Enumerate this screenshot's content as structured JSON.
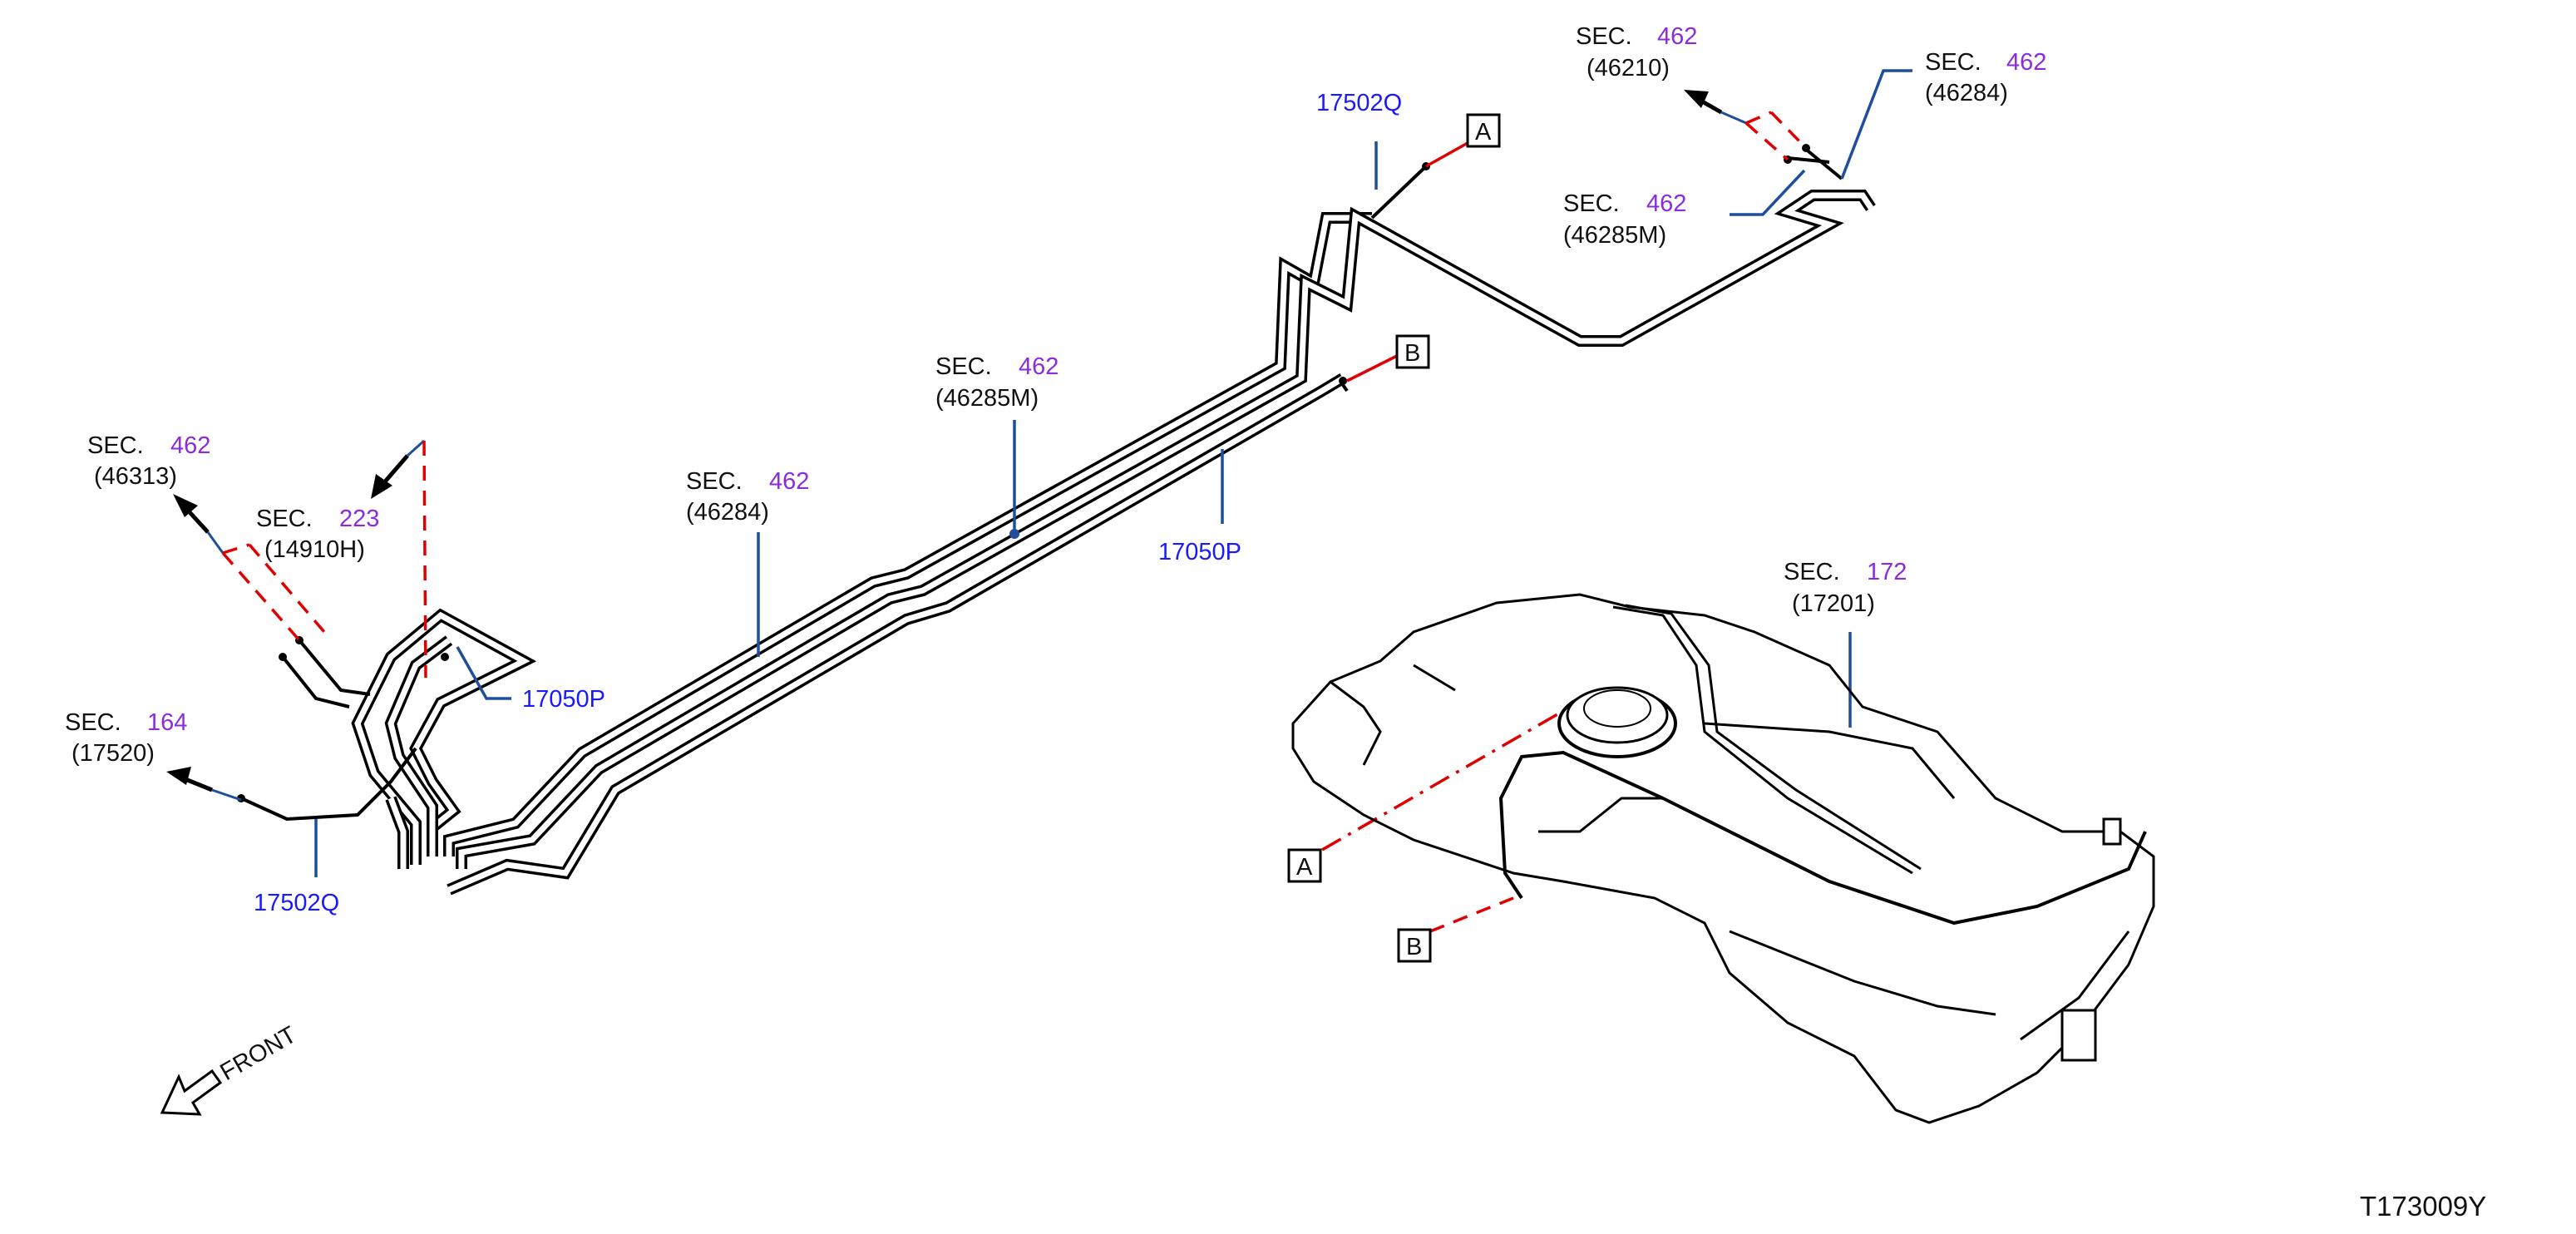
{
  "labels": {
    "sec_text": "SEC.",
    "sec_46313": {
      "num": "462",
      "code": "(46313)"
    },
    "sec_14910h": {
      "num": "223",
      "code": "(14910H)"
    },
    "sec_17520": {
      "num": "164",
      "code": "(17520)"
    },
    "sec_46284_left": {
      "num": "462",
      "code": "(46284)"
    },
    "sec_46285m_mid": {
      "num": "462",
      "code": "(46285M)"
    },
    "sec_46210": {
      "num": "462",
      "code": "(46210)"
    },
    "sec_46284_right": {
      "num": "462",
      "code": "(46284)"
    },
    "sec_46285m_right": {
      "num": "462",
      "code": "(46285M)"
    },
    "sec_17201": {
      "num": "172",
      "code": "(17201)"
    }
  },
  "parts": {
    "p17050p_left": "17050P",
    "p17502q_left": "17502Q",
    "p17502q_top": "17502Q",
    "p17050p_mid": "17050P"
  },
  "connectors": {
    "a": "A",
    "b": "B"
  },
  "front_label": "FRONT",
  "diagram_ref": "T173009Y",
  "colors": {
    "section_number": "#8a2be2",
    "part_number": "#1a1aff",
    "leader_line": "#1f4e9a",
    "connector_line": "#e00000"
  }
}
